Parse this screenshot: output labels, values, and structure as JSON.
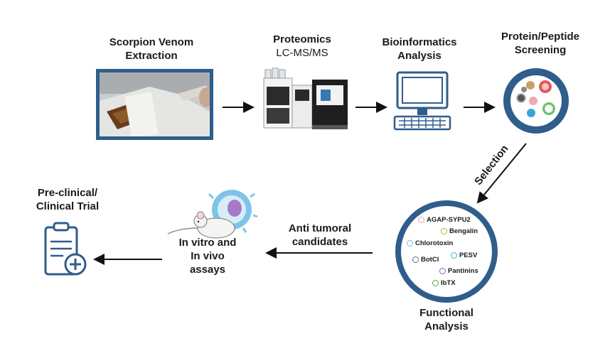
{
  "steps": {
    "extraction": {
      "line1": "Scorpion Venom",
      "line2": "Extraction"
    },
    "proteomics": {
      "line1": "Proteomics",
      "line2": "LC-MS/MS"
    },
    "bioinformatics": {
      "line1": "Bioinformatics",
      "line2": "Analysis"
    },
    "screening": {
      "line1": "Protein/Peptide",
      "line2": "Screening"
    },
    "selection": "Selection",
    "functional": {
      "line1": "Functional",
      "line2": "Analysis"
    },
    "candidates": {
      "line1": "Anti tumoral",
      "line2": "candidates"
    },
    "assays": {
      "line1": "In vitro and",
      "line2": "In vivo",
      "line3": "assays"
    },
    "clinical": {
      "line1": "Pre-clinical/",
      "line2": "Clinical Trial"
    }
  },
  "peptides": [
    {
      "name": "AGAP-SYPU2",
      "color": "#e89aa6"
    },
    {
      "name": "Bengalin",
      "color": "#a9b83a"
    },
    {
      "name": "Chlorotoxin",
      "color": "#8fb6d6"
    },
    {
      "name": "PESV",
      "color": "#35b8d6"
    },
    {
      "name": "BotCl",
      "color": "#4a7aa8"
    },
    {
      "name": "Pantinins",
      "color": "#8a5ad0"
    },
    {
      "name": "IbTX",
      "color": "#5aa83a"
    }
  ],
  "colors": {
    "frame_blue": "#2f5d8c",
    "arrow": "#111111"
  }
}
